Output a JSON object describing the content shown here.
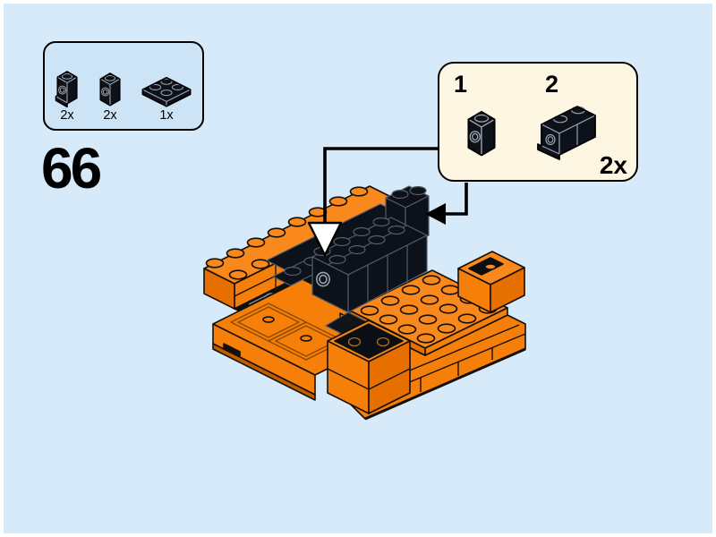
{
  "step": {
    "number": "66"
  },
  "parts_panel": {
    "items": [
      {
        "part": "black-1x1-headlight-brick",
        "count": "2x"
      },
      {
        "part": "black-1x1-brick-side-stud",
        "count": "2x"
      },
      {
        "part": "black-2x2-plate",
        "count": "1x"
      }
    ]
  },
  "callout": {
    "sub_steps": [
      {
        "label": "1",
        "part": "black-1x1-brick-side-stud"
      },
      {
        "label": "2",
        "part": "black-1x2-bracket-assembly"
      }
    ],
    "count": "2x"
  },
  "colors": {
    "page_background": "#d7eaf9",
    "page_frame": "#ffffff",
    "parts_panel_fill": "#cde3f6",
    "callout_fill": "#fdf6e2",
    "brick_orange_top": "#f9891c",
    "brick_orange_front": "#f57f08",
    "brick_orange_side": "#e76f00",
    "brick_black": "#0d1119",
    "outline": "#000000"
  }
}
